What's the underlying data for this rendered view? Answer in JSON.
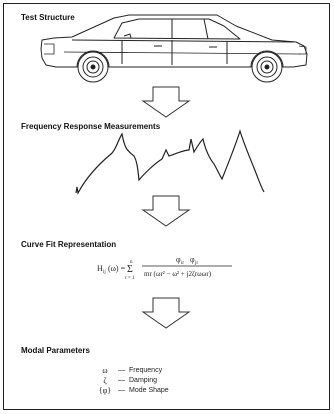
{
  "sections": {
    "test_structure": "Test Structure",
    "frf": "Frequency Response Measurements",
    "curve_fit": "Curve Fit Representation",
    "modal": "Modal Parameters"
  },
  "equation": {
    "lhs": "H",
    "lhs_sub": "ij",
    "lhs_arg": "(ω) =",
    "sum_top": "n",
    "sum_sym": "Σ",
    "sum_bottom": "r = 1",
    "numerator": "φ",
    "num_sub1": "ir",
    "num_sub2": "jr",
    "denominator": "mr (ωr² − ω² + j2ζrωωr)"
  },
  "legend": [
    {
      "symbol": "ω",
      "dash": "—",
      "label": "Frequency"
    },
    {
      "symbol": "ζ",
      "dash": "—",
      "label": "Damping"
    },
    {
      "symbol": "{φ}",
      "dash": "—",
      "label": "Mode Shape"
    }
  ]
}
